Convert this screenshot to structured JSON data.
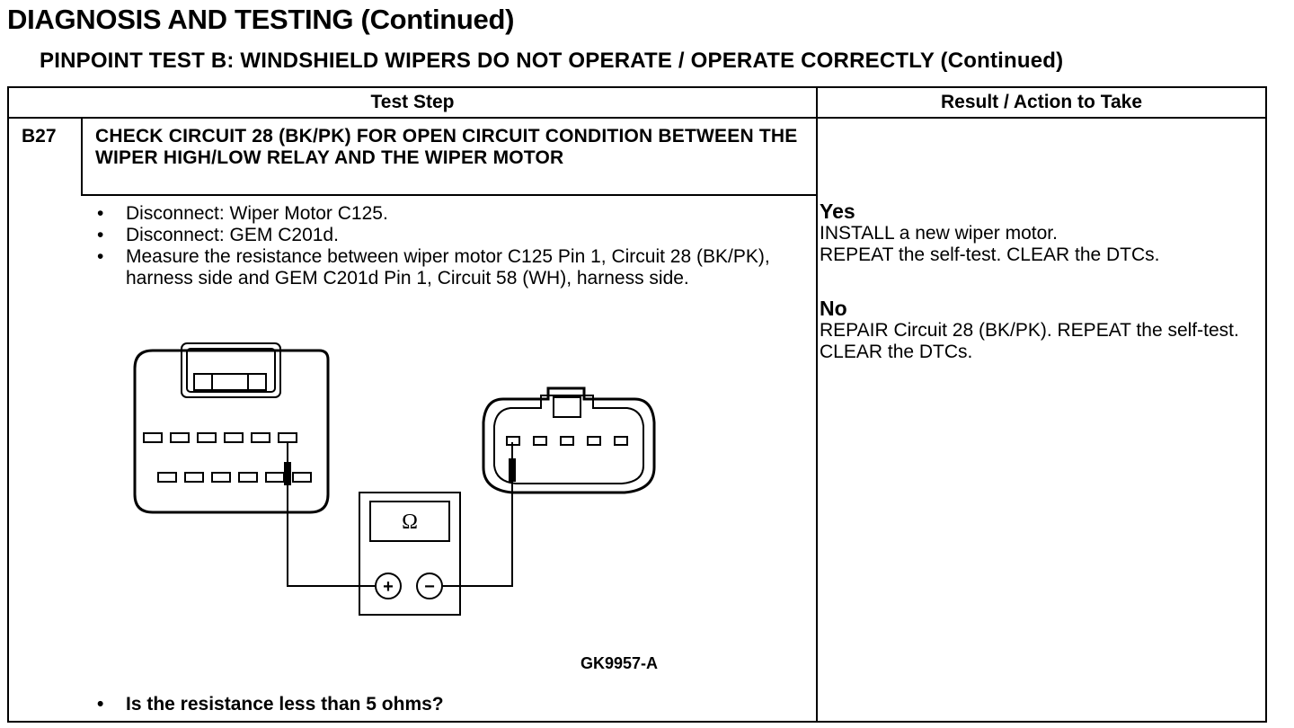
{
  "header": {
    "title": "DIAGNOSIS AND TESTING (Continued)",
    "subtitle": "PINPOINT TEST B: WINDSHIELD WIPERS DO NOT OPERATE / OPERATE CORRECTLY (Continued)"
  },
  "table": {
    "col_test_step": "Test Step",
    "col_result": "Result / Action to Take"
  },
  "step": {
    "id": "B27",
    "title": "CHECK CIRCUIT 28 (BK/PK) FOR OPEN CIRCUIT CONDITION BETWEEN THE WIPER HIGH/LOW RELAY AND THE WIPER MOTOR",
    "bullets": [
      "Disconnect: Wiper Motor C125.",
      "Disconnect: GEM C201d.",
      "Measure the resistance between wiper motor C125 Pin 1, Circuit 28 (BK/PK), harness side and GEM C201d Pin 1, Circuit 58 (WH), harness side."
    ],
    "figure_id": "GK9957-A",
    "meter_symbol": "Ω",
    "plus_symbol": "+",
    "minus_symbol": "−",
    "question": "Is the resistance less than 5 ohms?"
  },
  "results": {
    "yes_label": "Yes",
    "yes_text_1": "INSTALL a new wiper motor.",
    "yes_text_2": "REPEAT the self-test. CLEAR the DTCs.",
    "no_label": "No",
    "no_text": "REPAIR Circuit 28 (BK/PK). REPEAT the self-test. CLEAR the DTCs."
  }
}
